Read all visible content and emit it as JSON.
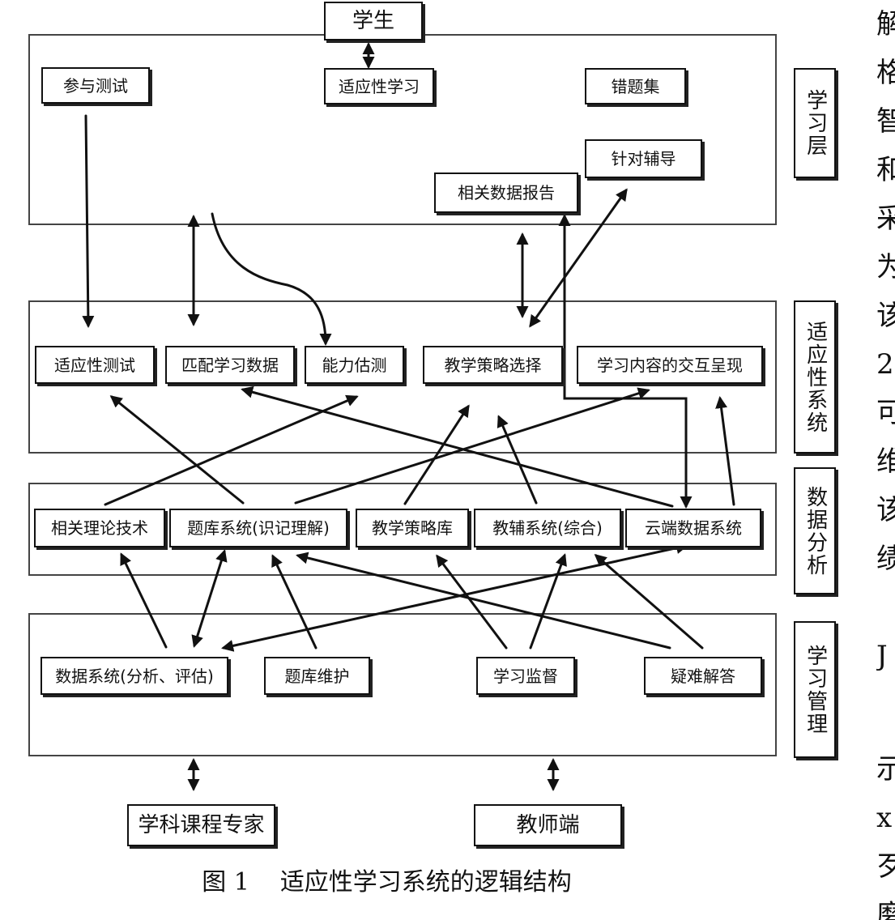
{
  "diagram": {
    "student": "学生",
    "learning_layer": {
      "label": "学习层",
      "nodes": {
        "take_test": "参与测试",
        "adaptive_learning": "适应性学习",
        "wrong_questions": "错题集",
        "targeted_tutoring": "针对辅导",
        "data_report": "相关数据报告"
      }
    },
    "adaptive_system": {
      "label": "适应性系统",
      "nodes": {
        "adaptive_test": "适应性测试",
        "match_data": "匹配学习数据",
        "ability_estimate": "能力估测",
        "strategy_select": "教学策略选择",
        "content_present": "学习内容的交互呈现"
      }
    },
    "data_analysis": {
      "label": "数据分析",
      "nodes": {
        "theory_tech": "相关理论技术",
        "question_bank_system": "题库系统(识记理解)",
        "strategy_lib": "教学策略库",
        "tutoring_system": "教辅系统(综合)",
        "cloud_data": "云端数据系统"
      }
    },
    "learning_mgmt": {
      "label": "学习管理",
      "nodes": {
        "data_system": "数据系统(分析、评估)",
        "bank_maint": "题库维护",
        "monitor": "学习监督",
        "qa": "疑难解答"
      }
    },
    "experts": "学科课程专家",
    "teacher": "教师端"
  },
  "caption": {
    "number": "图 1",
    "title": "适应性学习系统的逻辑结构"
  },
  "adjacent_text": [
    "解",
    "格",
    "智",
    "和",
    "采",
    "为",
    "该",
    "2",
    "可",
    "维",
    "该",
    "绩",
    "J",
    "示",
    "x",
    "歹",
    "磨"
  ]
}
